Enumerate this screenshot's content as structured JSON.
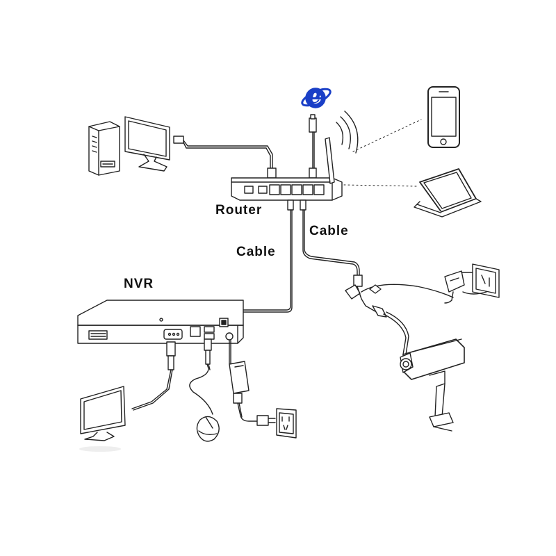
{
  "labels": {
    "router": "Router",
    "cable_left": "Cable",
    "cable_right": "Cable",
    "nvr": "NVR"
  },
  "icons": {
    "internet": "internet-explorer-icon",
    "ie_letter": "e",
    "ie_color": "#1a3fc7"
  }
}
